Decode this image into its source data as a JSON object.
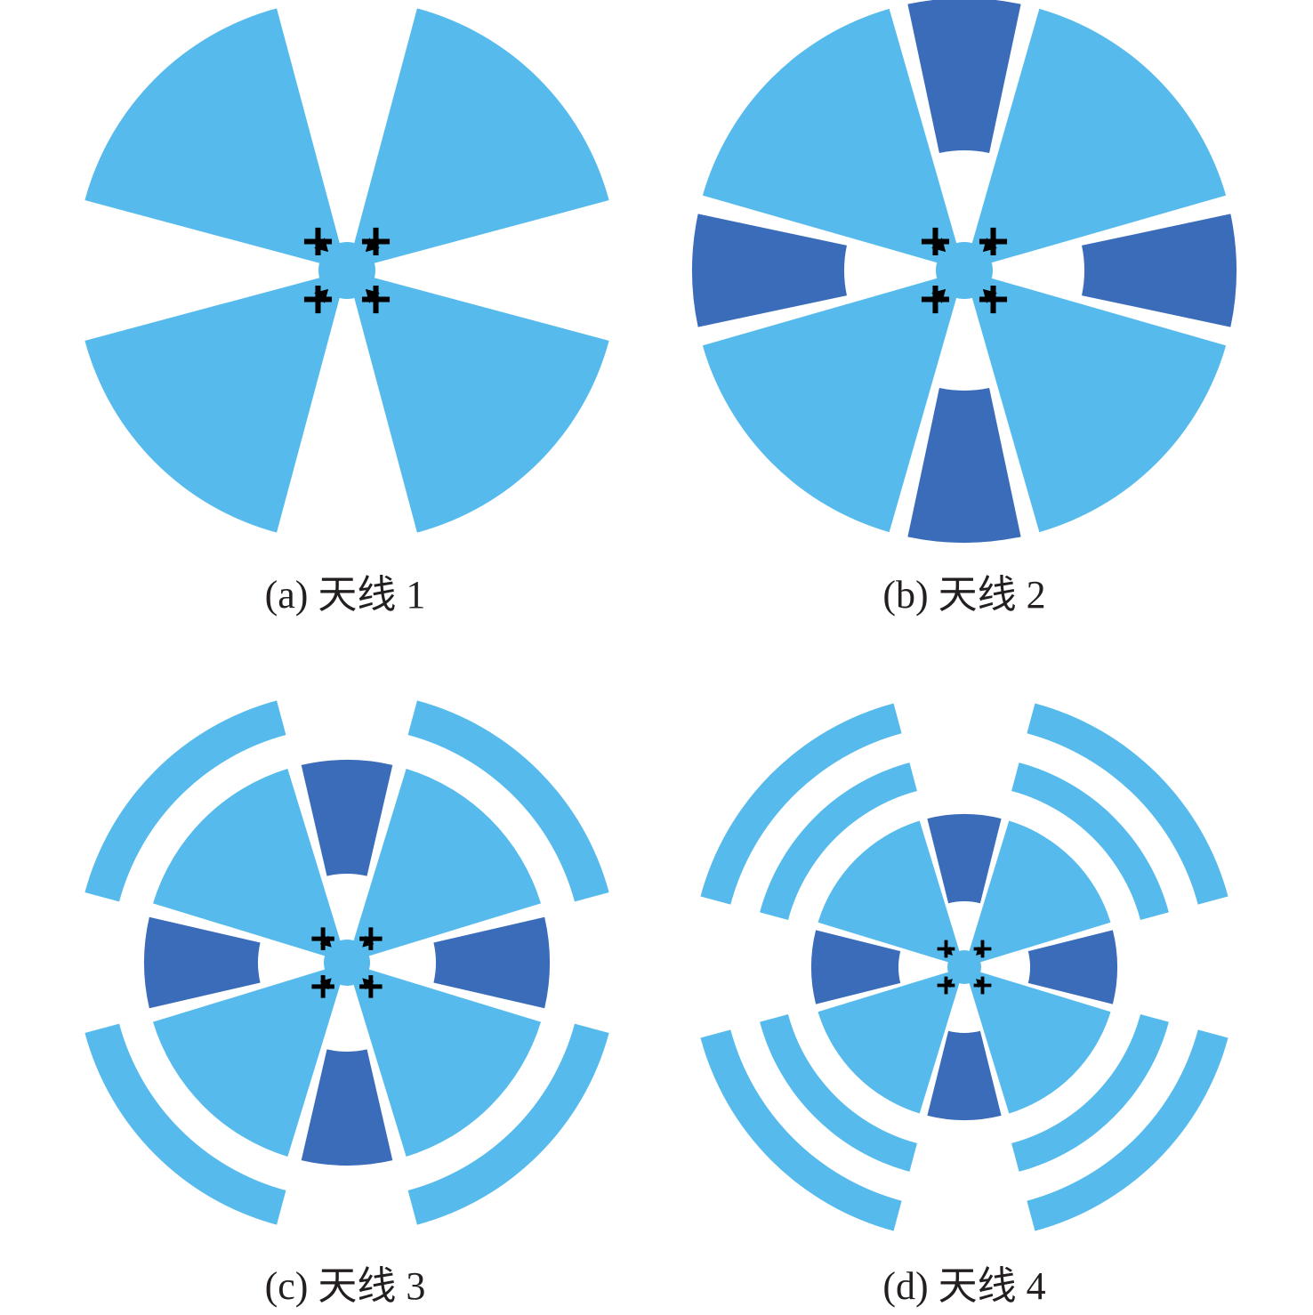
{
  "colors": {
    "light_blue": "#56bbec",
    "dark_blue": "#3a6cba",
    "port_marker": "#000000",
    "background": "#ffffff"
  },
  "panels": [
    {
      "id": "a",
      "caption": "(a) 天线 1"
    },
    {
      "id": "b",
      "caption": "(b) 天线 2"
    },
    {
      "id": "c",
      "caption": "(c) 天线 3"
    },
    {
      "id": "d",
      "caption": "(d) 天线 4"
    }
  ],
  "port_icon": "cross-arrow-icon"
}
